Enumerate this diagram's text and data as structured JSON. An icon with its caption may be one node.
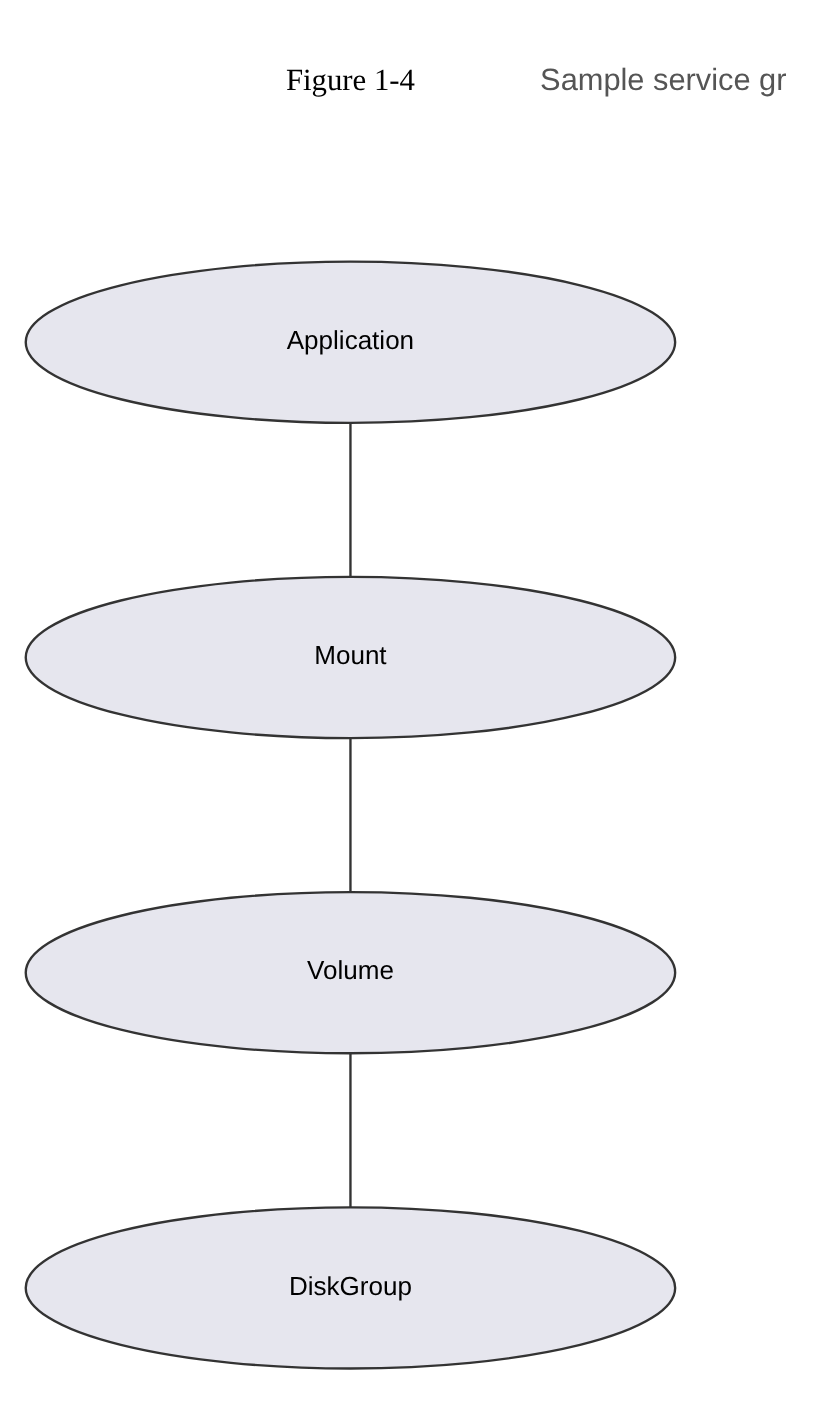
{
  "diagram": {
    "nodes": [
      {
        "text": [
          "Application"
        ]
      },
      {
        "text": [
          "Mount"
        ]
      },
      {
        "text": [
          "Volume"
        ]
      },
      {
        "text": [
          "DiskGroup"
        ]
      }
    ],
    "edges": [
      {
        "from": 0,
        "to": 1,
        "arrow": "none"
      },
      {
        "from": 1,
        "to": 2,
        "arrow": "none"
      },
      {
        "from": 2,
        "to": 3,
        "arrow": "none"
      }
    ],
    "labels": [
      "Figure 1-4",
      "Sample service gr"
    ]
  }
}
